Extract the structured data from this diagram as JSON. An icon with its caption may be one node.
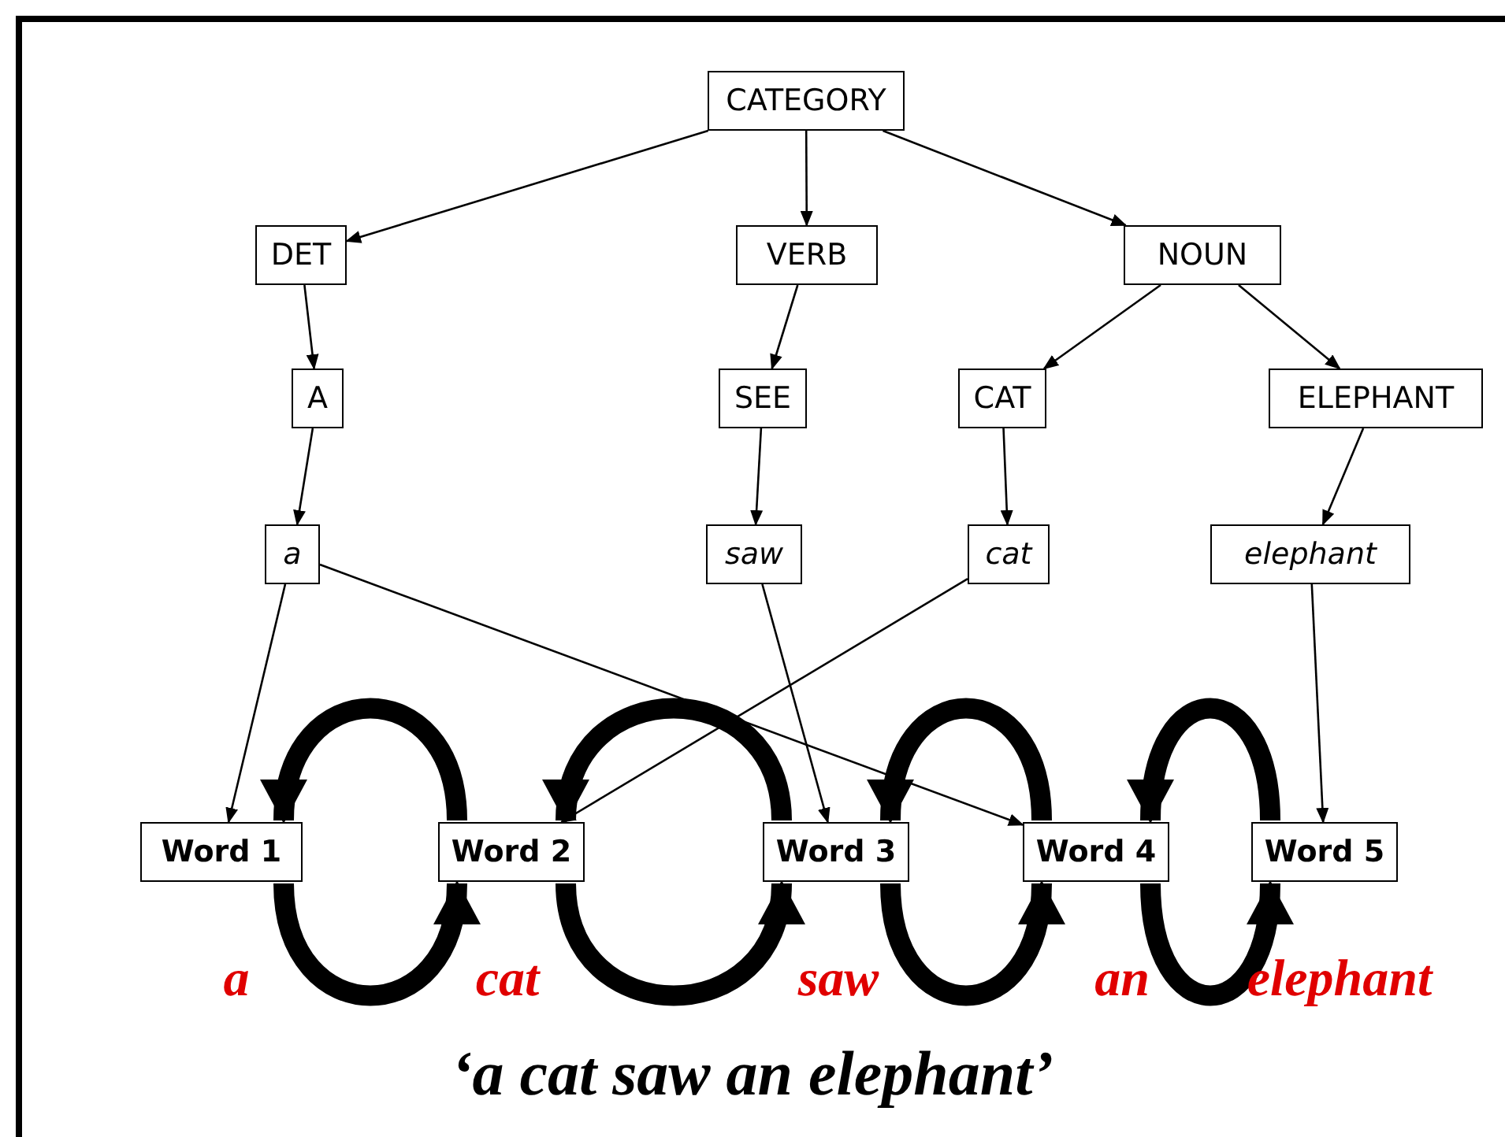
{
  "diagram": {
    "caption": "‘a cat saw an elephant’",
    "nodes": [
      {
        "text": [
          "CATEGORY"
        ]
      },
      {
        "text": [
          "DET"
        ]
      },
      {
        "text": [
          "VERB"
        ]
      },
      {
        "text": [
          "NOUN"
        ]
      },
      {
        "text": [
          "A"
        ]
      },
      {
        "text": [
          "SEE"
        ]
      },
      {
        "text": [
          "CAT"
        ]
      },
      {
        "text": [
          "ELEPHANT"
        ]
      },
      {
        "text": [
          "a"
        ]
      },
      {
        "text": [
          "saw"
        ]
      },
      {
        "text": [
          "cat"
        ]
      },
      {
        "text": [
          "elephant"
        ]
      },
      {
        "text": [
          "Word 1"
        ]
      },
      {
        "text": [
          "Word 2"
        ]
      },
      {
        "text": [
          "Word 3"
        ]
      },
      {
        "text": [
          "Word 4"
        ]
      },
      {
        "text": [
          "Word 5"
        ]
      }
    ],
    "edges": [
      {
        "from": 0,
        "to": 1,
        "arrow": "to"
      },
      {
        "from": 0,
        "to": 2,
        "arrow": "to"
      },
      {
        "from": 0,
        "to": 3,
        "arrow": "to"
      },
      {
        "from": 1,
        "to": 4,
        "arrow": "to"
      },
      {
        "from": 2,
        "to": 5,
        "arrow": "to"
      },
      {
        "from": 3,
        "to": 6,
        "arrow": "to"
      },
      {
        "from": 3,
        "to": 7,
        "arrow": "to"
      },
      {
        "from": 4,
        "to": 8,
        "arrow": "to"
      },
      {
        "from": 5,
        "to": 9,
        "arrow": "to"
      },
      {
        "from": 6,
        "to": 10,
        "arrow": "to"
      },
      {
        "from": 7,
        "to": 11,
        "arrow": "to"
      },
      {
        "from": 8,
        "to": 12,
        "arrow": "to"
      },
      {
        "from": 8,
        "to": 15,
        "arrow": "to"
      },
      {
        "from": 10,
        "to": 13,
        "arrow": "to"
      },
      {
        "from": 9,
        "to": 14,
        "arrow": "to"
      },
      {
        "from": 11,
        "to": 16,
        "arrow": "to"
      },
      {
        "from": 13,
        "to": 12,
        "arrow": "to",
        "style": "thick"
      },
      {
        "from": 14,
        "to": 13,
        "arrow": "to",
        "style": "thick"
      },
      {
        "from": 15,
        "to": 14,
        "arrow": "to",
        "style": "thick"
      },
      {
        "from": 16,
        "to": 15,
        "arrow": "to",
        "style": "thick"
      },
      {
        "from": 12,
        "to": 13,
        "arrow": "to",
        "style": "thick"
      },
      {
        "from": 13,
        "to": 14,
        "arrow": "to",
        "style": "thick"
      },
      {
        "from": 14,
        "to": 15,
        "arrow": "to",
        "style": "thick"
      },
      {
        "from": 15,
        "to": 16,
        "arrow": "to",
        "style": "thick"
      }
    ],
    "labels": [
      "a",
      "cat",
      "saw",
      "an",
      "elephant"
    ]
  }
}
